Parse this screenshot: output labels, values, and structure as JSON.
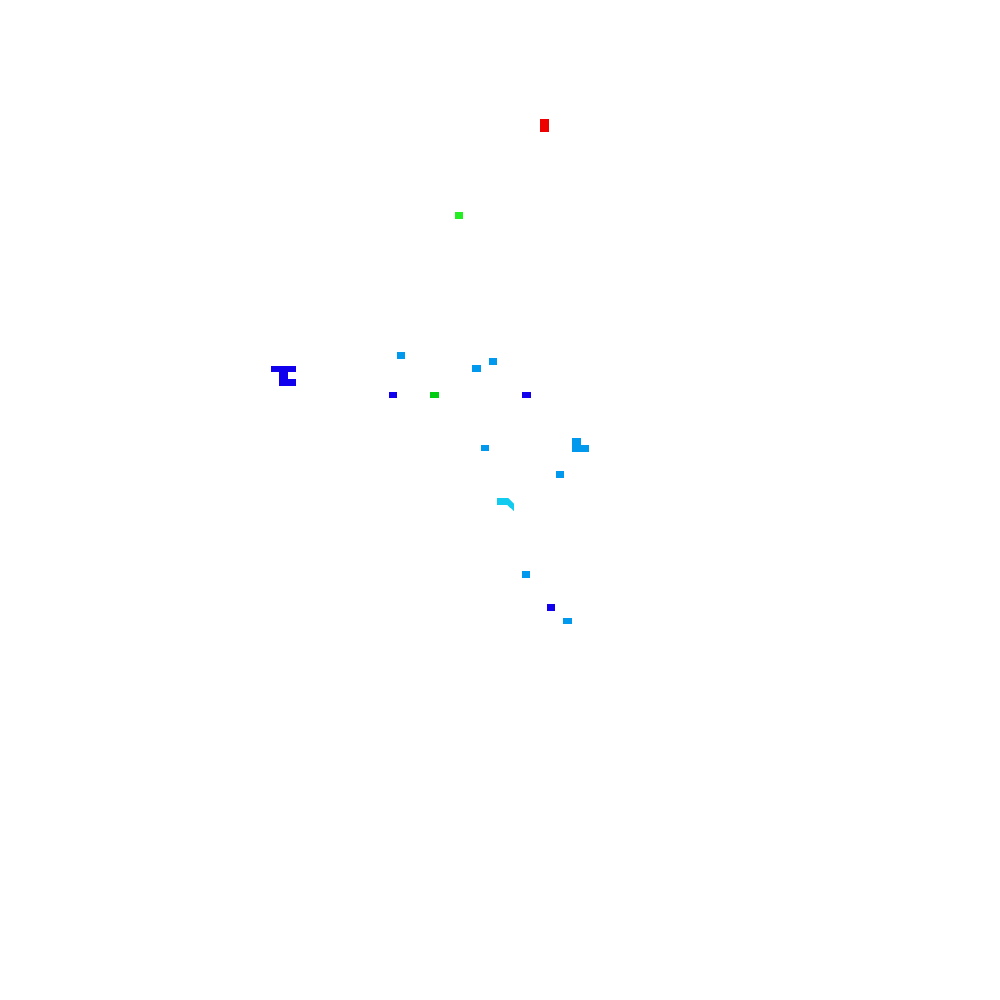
{
  "palette": {
    "background": "#ffffff",
    "red": "#ee0000",
    "bright_green": "#22ee22",
    "green": "#00cc11",
    "blue": "#1100ee",
    "light_blue": "#0099ee",
    "cyan": "#11ccee"
  },
  "marks": [
    {
      "name": "red-mark",
      "color": "red"
    },
    {
      "name": "bright-green-mark",
      "color": "bright_green"
    },
    {
      "name": "light-blue-mark-1",
      "color": "light_blue"
    },
    {
      "name": "light-blue-mark-2",
      "color": "light_blue"
    },
    {
      "name": "light-blue-mark-3",
      "color": "light_blue"
    },
    {
      "name": "blue-t-shape-mark",
      "color": "blue"
    },
    {
      "name": "blue-mark-1",
      "color": "blue"
    },
    {
      "name": "green-mark",
      "color": "green"
    },
    {
      "name": "blue-mark-2",
      "color": "blue"
    },
    {
      "name": "light-blue-mark-4",
      "color": "light_blue"
    },
    {
      "name": "light-blue-l-shape-mark",
      "color": "light_blue"
    },
    {
      "name": "light-blue-mark-5",
      "color": "light_blue"
    },
    {
      "name": "cyan-hook-mark",
      "color": "cyan"
    },
    {
      "name": "light-blue-mark-6",
      "color": "light_blue"
    },
    {
      "name": "blue-mark-3",
      "color": "blue"
    },
    {
      "name": "light-blue-mark-7",
      "color": "light_blue"
    }
  ]
}
